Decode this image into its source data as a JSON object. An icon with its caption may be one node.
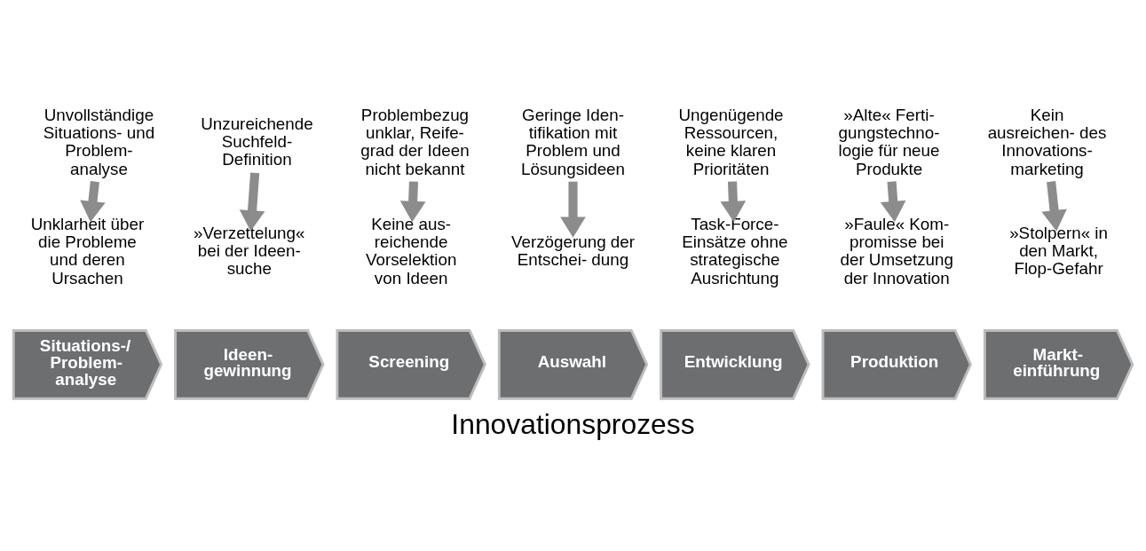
{
  "diagram": {
    "title": "Innovationsprozess",
    "nodes": [
      {
        "text": [
          "Unvollständige Situations- und Problem- analyse"
        ]
      },
      {
        "text": [
          "Unzureichende Suchfeld- Definition"
        ]
      },
      {
        "text": [
          "Problembezug unklar, Reife- grad der Ideen nicht bekannt"
        ]
      },
      {
        "text": [
          "Geringe Iden- tifikation mit Problem und Lösungsideen"
        ]
      },
      {
        "text": [
          "Ungenügende Ressourcen, keine klaren Prioritäten"
        ]
      },
      {
        "text": [
          "»Alte« Ferti- gungstechno- logie für neue Produkte"
        ]
      },
      {
        "text": [
          "Kein ausreichen- des Innovations- marketing"
        ]
      },
      {
        "text": [
          "Unklarheit über die Probleme und deren Ursachen"
        ]
      },
      {
        "text": [
          "»Verzettelung« bei der Ideen- suche"
        ]
      },
      {
        "text": [
          "Keine aus- reichende Vorselektion von Ideen"
        ]
      },
      {
        "text": [
          "Verzögerung der Entschei- dung"
        ]
      },
      {
        "text": [
          "Task-Force- Einsätze ohne strategische Ausrichtung"
        ]
      },
      {
        "text": [
          "»Faule« Kom- promisse bei der Umsetzung der Innovation"
        ]
      },
      {
        "text": [
          "»Stolpern« in den Markt, Flop-Gefahr"
        ]
      },
      {
        "text": [
          "Situations-/ Problem- analyse"
        ]
      },
      {
        "text": [
          "Ideen- gewinnung"
        ]
      },
      {
        "text": [
          "Screening"
        ]
      },
      {
        "text": [
          "Auswahl"
        ]
      },
      {
        "text": [
          "Entwicklung"
        ]
      },
      {
        "text": [
          "Produktion"
        ]
      },
      {
        "text": [
          "Markt- einführung"
        ]
      }
    ],
    "edges": [
      {
        "from": 0,
        "to": 7,
        "arrow": "to"
      },
      {
        "from": 1,
        "to": 8,
        "arrow": "to"
      },
      {
        "from": 2,
        "to": 9,
        "arrow": "to"
      },
      {
        "from": 3,
        "to": 10,
        "arrow": "to"
      },
      {
        "from": 4,
        "to": 11,
        "arrow": "to"
      },
      {
        "from": 5,
        "to": 12,
        "arrow": "to"
      },
      {
        "from": 6,
        "to": 13,
        "arrow": "to"
      }
    ]
  }
}
